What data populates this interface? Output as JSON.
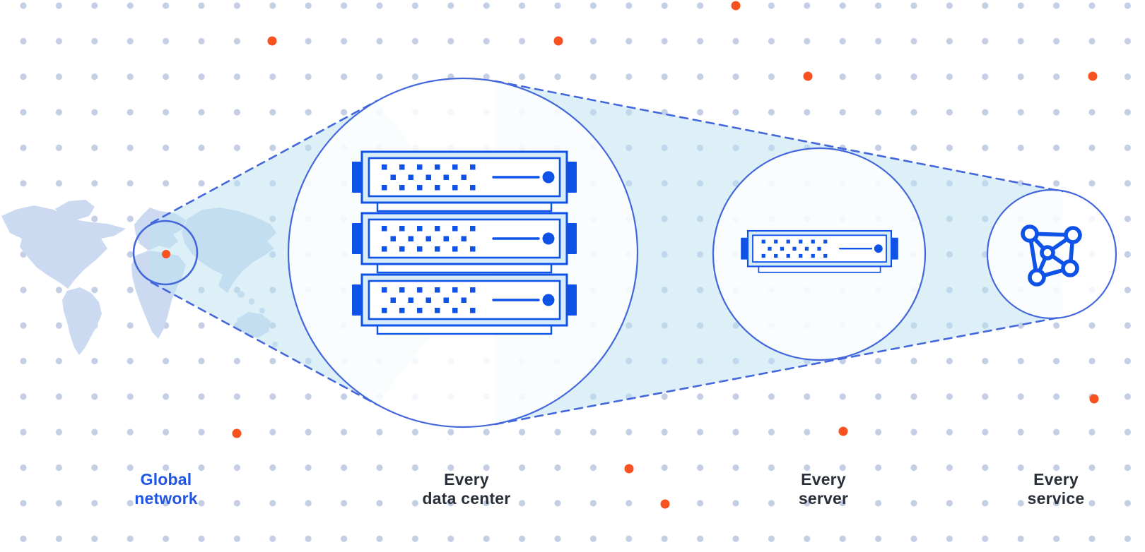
{
  "diagram_title": "network-zoom-diagram",
  "stages": [
    {
      "id": "global-network",
      "icon": "world-map-highlight",
      "label_line1": "Global",
      "label_line2": "network"
    },
    {
      "id": "every-data-center",
      "icon": "server-rack",
      "label_line1": "Every",
      "label_line2": "data center"
    },
    {
      "id": "every-server",
      "icon": "single-server",
      "label_line1": "Every",
      "label_line2": "server"
    },
    {
      "id": "every-service",
      "icon": "network-graph",
      "label_line1": "Every",
      "label_line2": "service"
    }
  ],
  "colors": {
    "icon_blue": "#0E52E8",
    "stroke_blue": "#4467DC",
    "light_fill": "#D7ECF8",
    "beam": "#BBE1F2",
    "map": "#CBD9F1",
    "grid_dot": "#C4CFE6",
    "orange": "#F75220",
    "text_dark": "#2A3039",
    "text_blue": "#2156E5"
  }
}
